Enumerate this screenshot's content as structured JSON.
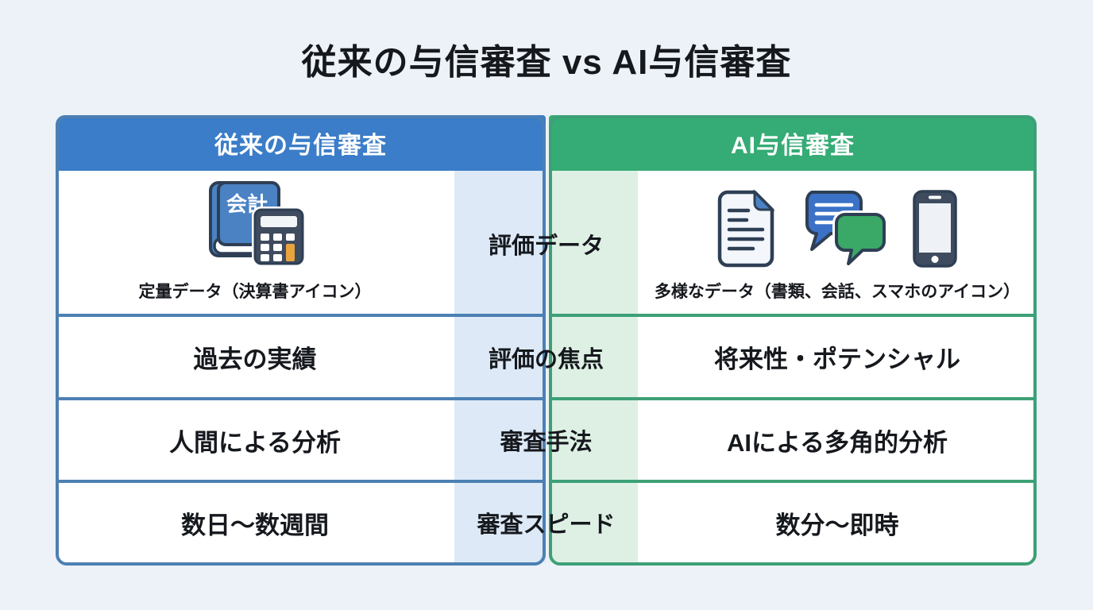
{
  "page": {
    "title": "従来の与信審査 vs AI与信審査",
    "background": "#ecf2f7"
  },
  "colors": {
    "traditional_header": "#3b7dc8",
    "ai_header": "#35ab75",
    "traditional_border": "#4c80b3",
    "ai_border": "#3da076",
    "traditional_label_bg": "#dde9f6",
    "ai_label_bg": "#def0e4",
    "cell_bg": "#ffffff",
    "text": "#15181d"
  },
  "table": {
    "header": {
      "traditional": "従来の与信審査",
      "ai": "AI与信審査"
    },
    "book_label": "会計",
    "rows": [
      {
        "label": "評価データ",
        "traditional": "定量データ（決算書アイコン）",
        "traditional_icons": [
          "accounting-book-icon",
          "calculator-icon"
        ],
        "ai": "多様なデータ（書類、会話、スマホのアイコン）",
        "ai_icons": [
          "document-icon",
          "chat-bubbles-icon",
          "smartphone-icon"
        ]
      },
      {
        "label": "評価の焦点",
        "traditional": "過去の実績",
        "ai": "将来性・ポテンシャル"
      },
      {
        "label": "審査手法",
        "traditional": "人間による分析",
        "ai": "AIによる多角的分析"
      },
      {
        "label": "審査スピード",
        "traditional": "数日〜数週間",
        "ai": "数分〜即時"
      }
    ]
  }
}
